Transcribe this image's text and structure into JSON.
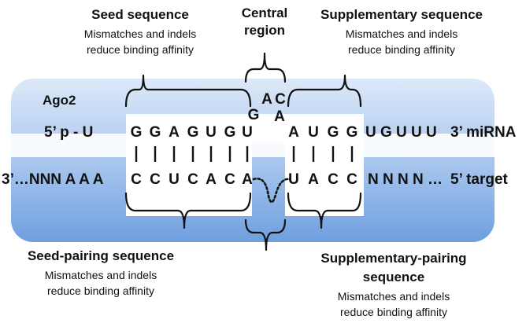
{
  "protein_label": "Ago2",
  "top_labels": {
    "seed_title": "Seed sequence",
    "seed_note_1": "Mismatches and indels",
    "seed_note_2": "reduce binding affinity",
    "central_title_1": "Central",
    "central_title_2": "region",
    "supp_title": "Supplementary sequence",
    "supp_note_1": "Mismatches and indels",
    "supp_note_2": "reduce binding affinity"
  },
  "bottom_labels": {
    "seed_pair_title": "Seed-pairing sequence",
    "seed_pair_note_1": "Mismatches and indels",
    "seed_pair_note_2": "reduce binding affinity",
    "supp_pair_title_1": "Supplementary-pairing",
    "supp_pair_title_2": "sequence",
    "supp_pair_note_1": "Mismatches and indels",
    "supp_pair_note_2": "reduce binding affinity"
  },
  "mirna": {
    "prefix": "5’ p - U",
    "seed": [
      "G",
      "G",
      "A",
      "G",
      "U",
      "G",
      "U"
    ],
    "bulge": [
      "G",
      "A",
      "C",
      "A"
    ],
    "supp": [
      "A",
      "U",
      "G",
      "G"
    ],
    "tail": "U G U U U",
    "end_label": "3’ miRNA"
  },
  "target": {
    "prefix": "3’…NNN A A A",
    "seed_pair": [
      "C",
      "C",
      "U",
      "C",
      "A",
      "C",
      "A"
    ],
    "supp_pair": [
      "U",
      "A",
      "C",
      "C"
    ],
    "tail": "N N N N …",
    "end_label": "5’ target"
  },
  "colors": {
    "ago_fill_top": "#cfe0f5",
    "ago_fill_bottom": "#7aa8e4",
    "text": "#111111"
  }
}
